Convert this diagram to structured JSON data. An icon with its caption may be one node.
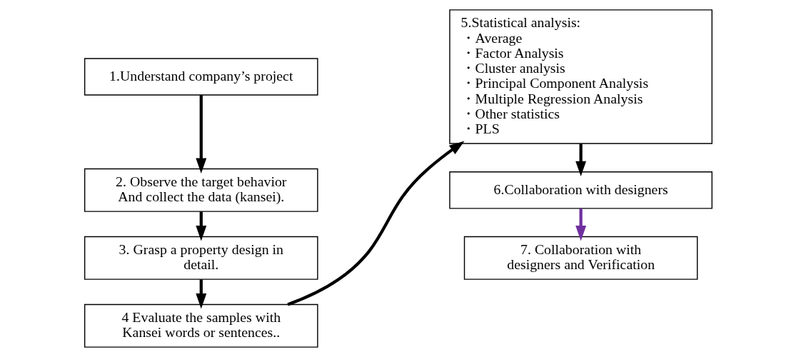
{
  "diagram": {
    "nodes": [
      {
        "text": [
          "1.Understand company’s project"
        ]
      },
      {
        "text": [
          "2. Observe the target behavior And collect the data (kansei)."
        ]
      },
      {
        "text": [
          "3. Grasp a property design in detail."
        ]
      },
      {
        "text": [
          "4 Evaluate the samples with Kansei words or sentences.."
        ]
      },
      {
        "text": [
          "5.Statistical analysis:",
          "・Average",
          "・Factor Analysis",
          "・Cluster analysis",
          "・Principal Component Analysis",
          "・Multiple Regression Analysis",
          "・Other statistics",
          "・PLS"
        ]
      },
      {
        "text": [
          "6.Collaboration with designers"
        ]
      },
      {
        "text": [
          "7. Collaboration with designers and Verification"
        ]
      }
    ],
    "edges": [
      {
        "from": 0,
        "to": 1,
        "arrow": "to"
      },
      {
        "from": 1,
        "to": 2,
        "arrow": "to"
      },
      {
        "from": 2,
        "to": 3,
        "arrow": "to"
      },
      {
        "from": 3,
        "to": 4,
        "arrow": "to"
      },
      {
        "from": 4,
        "to": 5,
        "arrow": "to"
      },
      {
        "from": 5,
        "to": 6,
        "arrow": "to",
        "color": "#7030a0"
      }
    ]
  }
}
